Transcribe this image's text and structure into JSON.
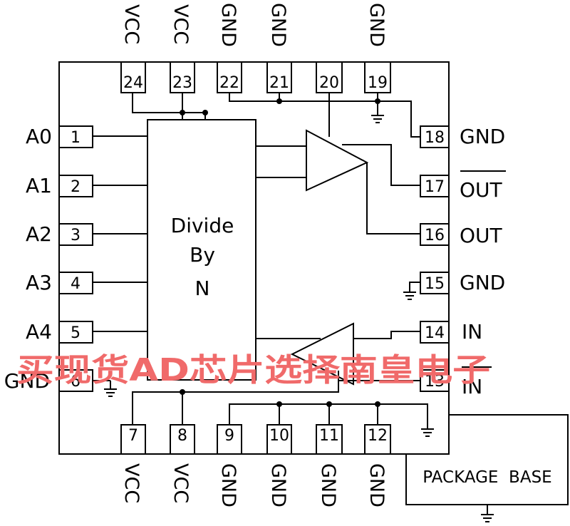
{
  "chip": {
    "block_label": [
      "Divide",
      "By",
      "N"
    ],
    "package_base": "PACKAGE  BASE"
  },
  "pins": {
    "p1": {
      "num": "1",
      "name": "A0"
    },
    "p2": {
      "num": "2",
      "name": "A1"
    },
    "p3": {
      "num": "3",
      "name": "A2"
    },
    "p4": {
      "num": "4",
      "name": "A3"
    },
    "p5": {
      "num": "5",
      "name": "A4"
    },
    "p6": {
      "num": "6",
      "name": "GND"
    },
    "p7": {
      "num": "7",
      "name": "VCC"
    },
    "p8": {
      "num": "8",
      "name": "VCC"
    },
    "p9": {
      "num": "9",
      "name": "GND"
    },
    "p10": {
      "num": "10",
      "name": "GND"
    },
    "p11": {
      "num": "11",
      "name": "GND"
    },
    "p12": {
      "num": "12",
      "name": "GND"
    },
    "p13": {
      "num": "13",
      "name": "IN"
    },
    "p14": {
      "num": "14",
      "name": "IN"
    },
    "p15": {
      "num": "15",
      "name": "GND"
    },
    "p16": {
      "num": "16",
      "name": "OUT"
    },
    "p17": {
      "num": "17",
      "name": "OUT"
    },
    "p18": {
      "num": "18",
      "name": "GND"
    },
    "p19": {
      "num": "19",
      "name": "GND"
    },
    "p20": {
      "num": "20",
      "name": ""
    },
    "p21": {
      "num": "21",
      "name": "GND"
    },
    "p22": {
      "num": "22",
      "name": "GND"
    },
    "p23": {
      "num": "23",
      "name": "VCC"
    },
    "p24": {
      "num": "24",
      "name": "VCC"
    }
  },
  "watermark": "买现货AD芯片选择南皇电子"
}
